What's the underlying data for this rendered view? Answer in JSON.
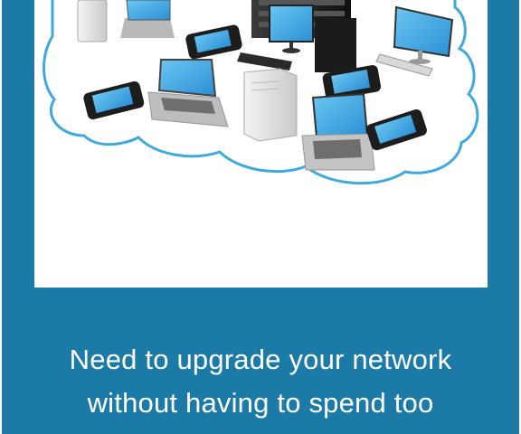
{
  "hero": {
    "image_subject": "cloud network of servers, desktops, laptops and smartphones",
    "headline_line1": "Need to upgrade your network",
    "headline_line2": "without having to spend too"
  },
  "colors": {
    "panel_background": "#1c7ba6",
    "image_background": "#ffffff",
    "cloud_outline": "#3fa9dc",
    "screen_blue": "#35a5e6",
    "text": "#ffffff"
  }
}
